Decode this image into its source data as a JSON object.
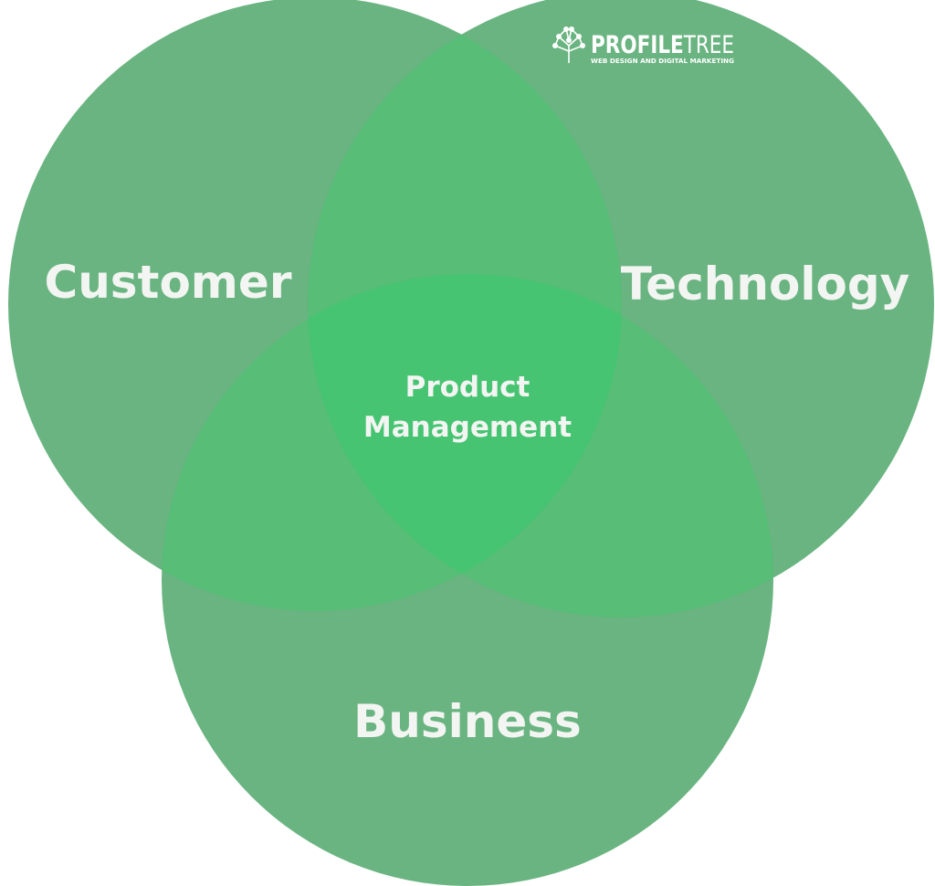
{
  "diagram": {
    "type": "venn",
    "sets": [
      {
        "id": "customer",
        "label": "Customer"
      },
      {
        "id": "technology",
        "label": "Technology"
      },
      {
        "id": "business",
        "label": "Business"
      }
    ],
    "intersection": {
      "line1": "Product",
      "line2": "Management"
    },
    "colors": {
      "circle": "#5fae77",
      "pair_overlap": "#57bd77",
      "center_overlap": "#46c472",
      "text": "#f2f5f2"
    }
  },
  "logo": {
    "name_part1": "PROFILE",
    "name_part2": "TREE",
    "tagline": "WEB DESIGN AND DIGITAL MARKETING",
    "icon": "tree-icon"
  }
}
